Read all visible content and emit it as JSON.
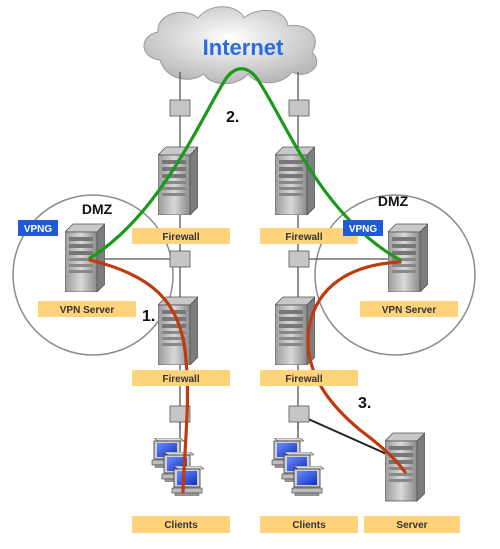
{
  "cloud": {
    "label": "Internet"
  },
  "zones": {
    "left": "DMZ",
    "right": "DMZ"
  },
  "badges": {
    "left": "VPNG",
    "right": "VPNG"
  },
  "labels": {
    "firewall_top_left": "Firewall",
    "firewall_top_right": "Firewall",
    "firewall_bottom_left": "Firewall",
    "firewall_bottom_right": "Firewall",
    "vpn_server_left": "VPN Server",
    "vpn_server_right": "VPN Server",
    "clients_left": "Clients",
    "clients_right": "Clients",
    "server": "Server"
  },
  "steps": {
    "one": "1.",
    "two": "2.",
    "three": "3."
  },
  "colors": {
    "path_green": "#1a9a1a",
    "path_red": "#c03a10",
    "label_bg": "#ffd37a",
    "badge_bg": "#1f5bd8",
    "cloud_text": "#2a6be0"
  }
}
